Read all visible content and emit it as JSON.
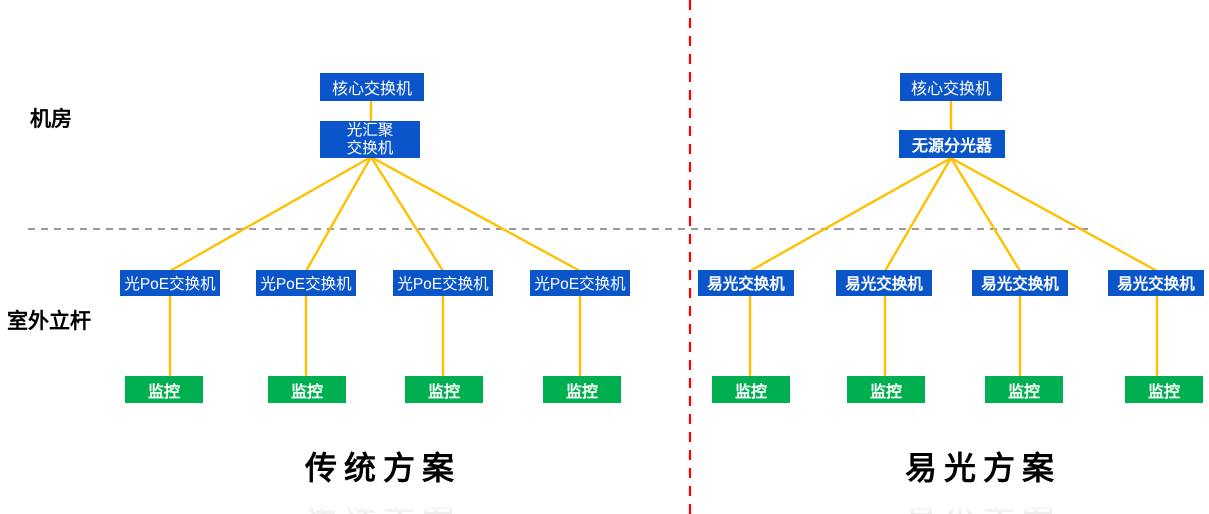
{
  "zones": {
    "room_label": "机房",
    "pole_label": "室外立杆"
  },
  "left_section": {
    "title": "传统方案",
    "core_switch": "核心交换机",
    "aggregation_switch": [
      "光汇聚",
      "交换机"
    ],
    "access_switches": [
      "光PoE交换机",
      "光PoE交换机",
      "光PoE交换机",
      "光PoE交换机"
    ],
    "monitors": [
      "监控",
      "监控",
      "监控",
      "监控"
    ]
  },
  "right_section": {
    "title": "易光方案",
    "core_switch": "核心交换机",
    "splitter": "无源分光器",
    "access_switches": [
      "易光交换机",
      "易光交换机",
      "易光交换机",
      "易光交换机"
    ],
    "monitors": [
      "监控",
      "监控",
      "监控",
      "监控"
    ]
  },
  "colors": {
    "node_blue": "#0B55CB",
    "node_green": "#00B050",
    "connector_yellow": "#FFC000",
    "highlight_red": "#FF0000",
    "zone_divider_gray": "#9A9A9A",
    "section_divider_red": "#FF0000"
  }
}
